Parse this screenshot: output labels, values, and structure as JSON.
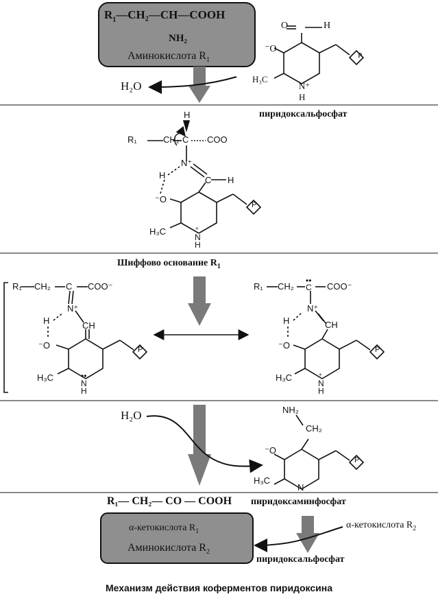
{
  "top_box": {
    "formula_r1": "R",
    "formula_rest": "—CH₂—CH—COOH",
    "nh2": "NH₂",
    "name": "Аминокислота R"
  },
  "water_top": "H₂O",
  "label_plp_top": "пиридоксальфосфат",
  "label_schiff": "Шиффово основание R",
  "water_mid": "H₂O",
  "label_pmp": "пиридоксаминфосфат",
  "keto_formula": "R₁— CH₂— CO — COOH",
  "bottom_box": {
    "line1": "α-кетокислота R",
    "line2": "Аминокислота R"
  },
  "label_keto_r2": "α-кетокислота R",
  "label_plp_bottom": "пиридоксальфосфат",
  "caption": "Механизм действия коферментов пиридоксина",
  "colors": {
    "box_fill": "#8f8f8f",
    "arrow_fill": "#7a7a7a",
    "line": "#111111"
  }
}
